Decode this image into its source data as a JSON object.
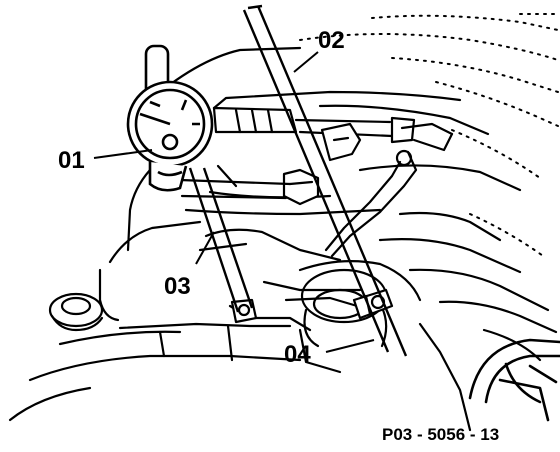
{
  "callouts": {
    "c01": "01",
    "c02": "02",
    "c03": "03",
    "c04": "04"
  },
  "figure_ref": "P03 - 5056 - 13",
  "colors": {
    "ink": "#000000",
    "paper": "#ffffff"
  }
}
